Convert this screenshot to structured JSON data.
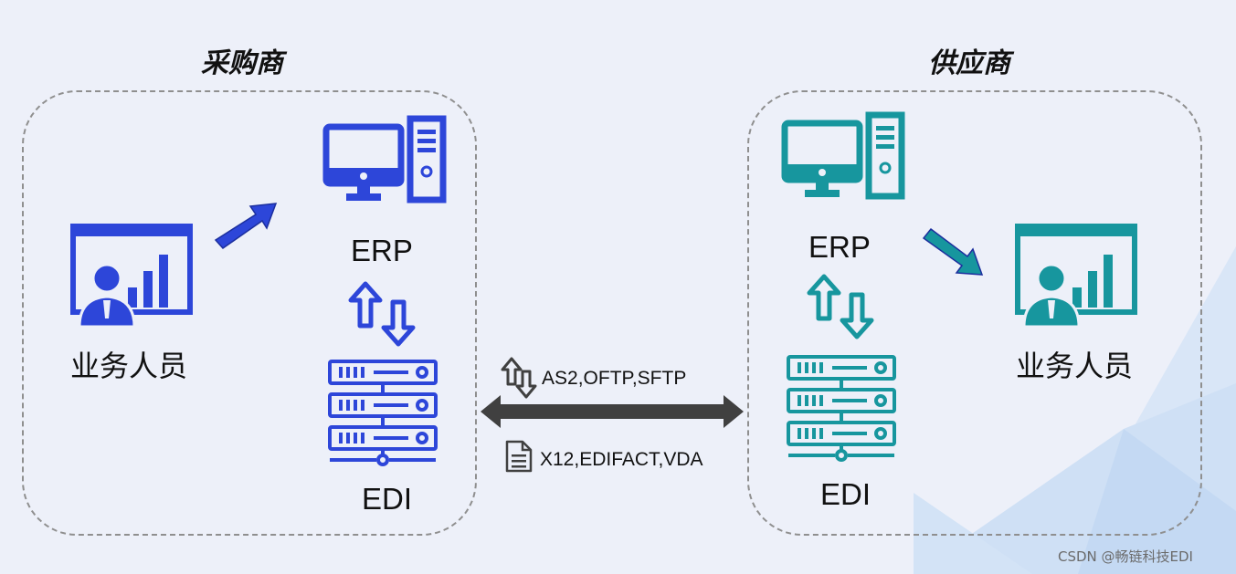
{
  "buyer": {
    "title": "采购商",
    "erp_label": "ERP",
    "edi_label": "EDI",
    "staff_label": "业务人员",
    "color": "#2d46d9"
  },
  "supplier": {
    "title": "供应商",
    "erp_label": "ERP",
    "edi_label": "EDI",
    "staff_label": "业务人员",
    "color": "#17969e"
  },
  "exchange": {
    "transport_protocols": "AS2,OFTP,SFTP",
    "document_standards": "X12,EDIFACT,VDA",
    "arrow_color": "#404040"
  },
  "watermark": "CSDN @畅链科技EDI"
}
